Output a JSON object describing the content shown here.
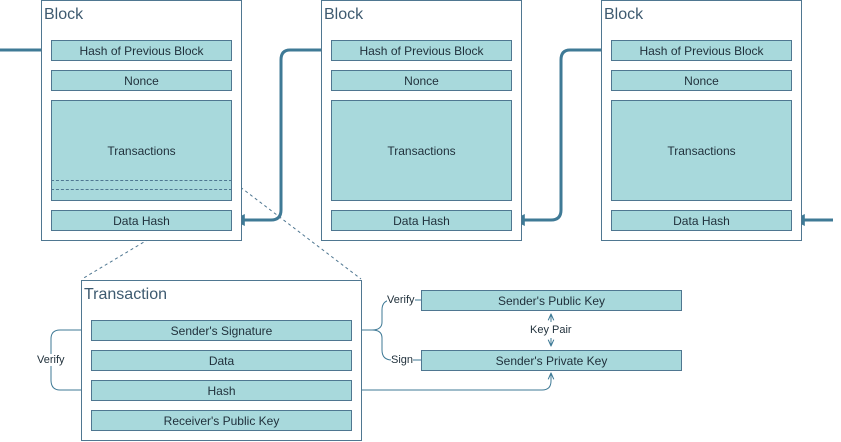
{
  "blocks": [
    {
      "title": "Block",
      "fields": {
        "prev_hash": "Hash of Previous Block",
        "nonce": "Nonce",
        "transactions": "Transactions",
        "data_hash": "Data Hash"
      }
    },
    {
      "title": "Block",
      "fields": {
        "prev_hash": "Hash of Previous Block",
        "nonce": "Nonce",
        "transactions": "Transactions",
        "data_hash": "Data Hash"
      }
    },
    {
      "title": "Block",
      "fields": {
        "prev_hash": "Hash of Previous Block",
        "nonce": "Nonce",
        "transactions": "Transactions",
        "data_hash": "Data Hash"
      }
    }
  ],
  "transaction": {
    "title": "Transaction",
    "fields": {
      "signature": "Sender's Signature",
      "data": "Data",
      "hash": "Hash",
      "receiver_key": "Receiver's Public Key"
    }
  },
  "keys": {
    "public": "Sender's Public Key",
    "private": "Sender's Private Key"
  },
  "labels": {
    "verify_left": "Verify",
    "verify_right": "Verify",
    "sign": "Sign",
    "key_pair": "Key Pair"
  },
  "colors": {
    "field_fill": "#a8d9dc",
    "border": "#4f7791",
    "arrow": "#3f7a96"
  }
}
